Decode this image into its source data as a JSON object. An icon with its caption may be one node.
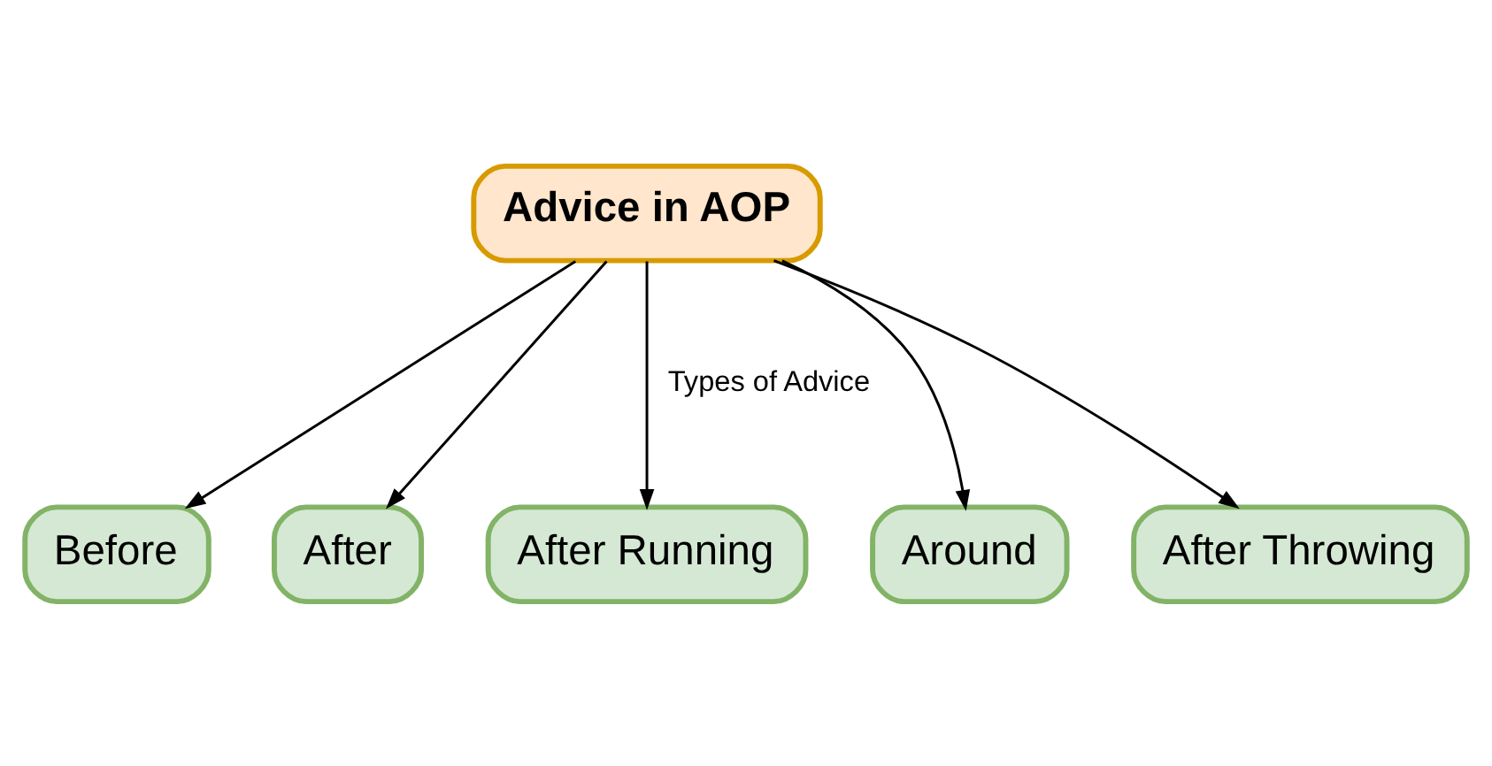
{
  "diagram": {
    "nodes": [
      {
        "text": [
          "Advice in AOP"
        ]
      },
      {
        "text": [
          "Before"
        ]
      },
      {
        "text": [
          "After"
        ]
      },
      {
        "text": [
          "After Running"
        ]
      },
      {
        "text": [
          "Around"
        ]
      },
      {
        "text": [
          "After Throwing"
        ]
      }
    ],
    "edges": [
      {
        "from": 0,
        "to": 1,
        "arrow": "to"
      },
      {
        "from": 0,
        "to": 2,
        "arrow": "to"
      },
      {
        "from": 0,
        "to": 3,
        "arrow": "to",
        "label": "Types of Advice"
      },
      {
        "from": 0,
        "to": 4,
        "arrow": "to"
      },
      {
        "from": 0,
        "to": 5,
        "arrow": "to"
      }
    ]
  }
}
